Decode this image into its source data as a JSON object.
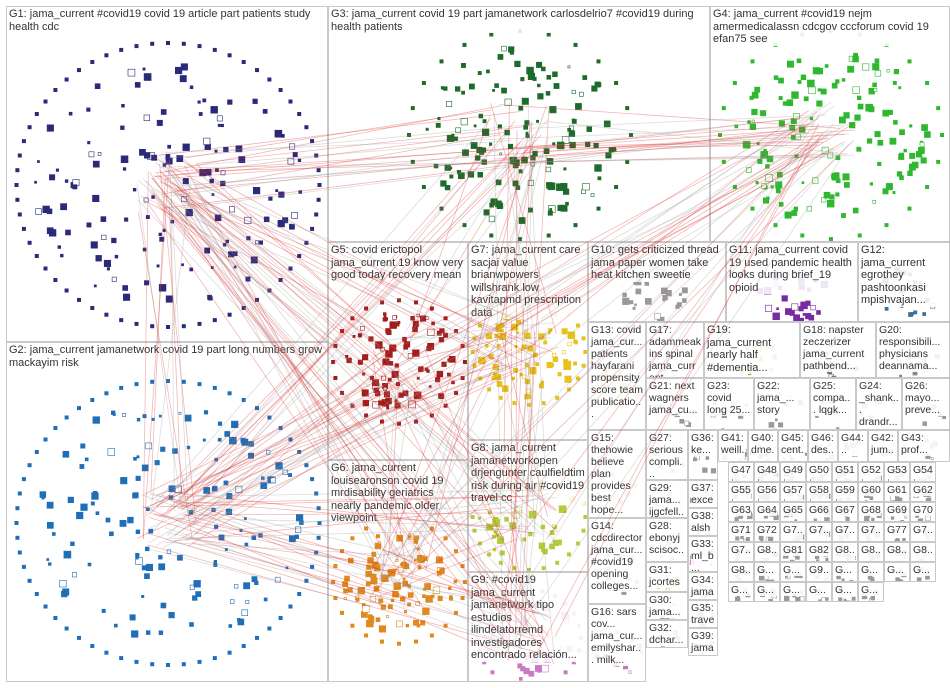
{
  "groups": [
    {
      "id": "G1",
      "text": "G1: jama_current #covid19 covid 19 article part patients study health cdc",
      "color": "#2a2a7a"
    },
    {
      "id": "G2",
      "text": "G2: jama_current jamanetwork covid 19 part long numbers grow mackayim risk",
      "color": "#1f6fb8"
    },
    {
      "id": "G3",
      "text": "G3: jama_current covid 19 part jamanetwork carlosdelrio7 #covid19 during health patients",
      "color": "#1d6b2a"
    },
    {
      "id": "G4",
      "text": "G4: jama_current #covid19 nejm amermedicalassn cdcgov cccforum covid 19 efan75 see",
      "color": "#2fb82f"
    },
    {
      "id": "G5",
      "text": "G5: covid erictopol jama_current 19 know very good today recovery mean",
      "color": "#a01c1c"
    },
    {
      "id": "G6",
      "text": "G6: jama_current louisearonson covid 19 mrdisability geriatrics nearly pandemic older viewpoint",
      "color": "#e08a1e"
    },
    {
      "id": "G7",
      "text": "G7: jama_current care sacjai value brianwpowers willshrank low kavitapmd prescription data",
      "color": "#e6c21a"
    },
    {
      "id": "G8",
      "text": "G8: jama_current jamanetworkopen drjengunter caulfieldtim risk during air #covid19 travel cc",
      "color": "#b5cc3a"
    },
    {
      "id": "G9",
      "text": "G9: #covid19 jama_current jamanetwork tipo estudios ilindelatorremd investigadores encontrado relación...",
      "color": "#c77bc4"
    },
    {
      "id": "G10",
      "text": "G10: gets criticized thread jama paper women take heat kitchen sweetie",
      "color": "#999999"
    },
    {
      "id": "G11",
      "text": "G11: jama_current covid 19 used pandemic health looks during brief_19 opioid",
      "color": "#7a2aa0"
    },
    {
      "id": "G12",
      "text": "G12: jama_current egrothey pashtoonkasi mpishvajan...",
      "color": "#3a6f9a"
    },
    {
      "id": "G13",
      "text": "G13: covid jama_cur... patients hayfarani propensity score team publicatio...",
      "color": "#d8c24a"
    },
    {
      "id": "G14",
      "text": "G14: cdcdirector jama_cur... #covid19 opening colleges...",
      "color": "#88aa88"
    },
    {
      "id": "G15",
      "text": "G15: thehowie believe plan provides best hope...",
      "color": "#aaaaaa"
    },
    {
      "id": "G16",
      "text": "G16: sars cov... jama_cur... emilyshar... milk...",
      "color": "#c07ab0"
    },
    {
      "id": "G17",
      "text": "G17: adammeakins spinal jama_current...",
      "color": "#999999"
    },
    {
      "id": "G18",
      "text": "G18: napster zeczerizer jama_current pathbend...",
      "color": "#777777"
    },
    {
      "id": "G19",
      "text": "G19: jama_current nearly half #dementia...",
      "color": "#c0a040"
    },
    {
      "id": "G20",
      "text": "G20: responsibili... physicians deannama...",
      "color": "#888888"
    },
    {
      "id": "G21",
      "text": "G21: next wagners jama_cu...",
      "color": "#999999"
    },
    {
      "id": "G22",
      "text": "G22: jama_... story",
      "color": "#999999"
    },
    {
      "id": "G23",
      "text": "G23: covid long 25...",
      "color": "#999999"
    },
    {
      "id": "G24",
      "text": "G24: _shank... drandr...",
      "color": "#999999"
    },
    {
      "id": "G25",
      "text": "G25: compa... lqgk...",
      "color": "#999999"
    },
    {
      "id": "G26",
      "text": "G26: mayo... preve...",
      "color": "#999999"
    },
    {
      "id": "G27",
      "text": "G27: serious compli...",
      "color": "#88aacc"
    },
    {
      "id": "G28",
      "text": "G28: ebonyj scisoc...",
      "color": "#88cc88"
    },
    {
      "id": "G29",
      "text": "G29: jama... ijgcfell...",
      "color": "#cccc66"
    },
    {
      "id": "G30",
      "text": "G30: jama...",
      "color": "#999999"
    },
    {
      "id": "G31",
      "text": "G31: jcortes",
      "color": "#cccc66"
    },
    {
      "id": "G32",
      "text": "G32: dchar...",
      "color": "#999999"
    },
    {
      "id": "G33",
      "text": "G33: ml_b...",
      "color": "#cc88cc"
    },
    {
      "id": "G34",
      "text": "G34: jama...",
      "color": "#999999"
    },
    {
      "id": "G35",
      "text": "G35: travel...",
      "color": "#999999"
    },
    {
      "id": "G36",
      "text": "G36: ke...",
      "color": "#999999"
    },
    {
      "id": "G37",
      "text": "G37: exce...",
      "color": "#999999"
    },
    {
      "id": "G38",
      "text": "G38: alsha...",
      "color": "#999999"
    },
    {
      "id": "G39",
      "text": "G39: jama...",
      "color": "#999999"
    },
    {
      "id": "G40",
      "text": "G40: dme...",
      "color": "#999999"
    },
    {
      "id": "G41",
      "text": "G41: weill...",
      "color": "#999999"
    },
    {
      "id": "G42",
      "text": "G42: jum...",
      "color": "#999999"
    },
    {
      "id": "G43",
      "text": "G43: prof...",
      "color": "#999999"
    },
    {
      "id": "G44",
      "text": "G44: ..",
      "color": "#999999"
    },
    {
      "id": "G45",
      "text": "G45: cent...",
      "color": "#999999"
    },
    {
      "id": "G46",
      "text": "G46: des...",
      "color": "#999999"
    },
    {
      "id": "G47",
      "text": "G47: jama...",
      "color": "#999999"
    },
    {
      "id": "G48",
      "text": "G48: de...",
      "color": "#999999"
    },
    {
      "id": "G49",
      "text": "G49: qu...",
      "color": "#999999"
    },
    {
      "id": "G50",
      "text": "G50: risk...",
      "color": "#999999"
    },
    {
      "id": "G51",
      "text": "G51: jam...",
      "color": "#999999"
    },
    {
      "id": "G52",
      "text": "G52: intr...",
      "color": "#999999"
    },
    {
      "id": "G53",
      "text": "G53: gob...",
      "color": "#999999"
    },
    {
      "id": "G54",
      "text": "G54: lia...",
      "color": "#999999"
    },
    {
      "id": "G55",
      "text": "G55: dia...",
      "color": "#999999"
    },
    {
      "id": "G56",
      "text": "G56: cas...",
      "color": "#999999"
    },
    {
      "id": "G57",
      "text": "G57: gas...",
      "color": "#999999"
    },
    {
      "id": "G58",
      "text": "G58: hor...",
      "color": "#999999"
    },
    {
      "id": "G59",
      "text": "G59: cas...",
      "color": "#999999"
    },
    {
      "id": "G60",
      "text": "G60",
      "color": "#999999"
    },
    {
      "id": "G61",
      "text": "G61",
      "color": "#999999"
    },
    {
      "id": "G62",
      "text": "G62",
      "color": "#999999"
    },
    {
      "id": "G63",
      "text": "G63",
      "color": "#999999"
    },
    {
      "id": "G64",
      "text": "G64",
      "color": "#999999"
    },
    {
      "id": "G65",
      "text": "G65",
      "color": "#999999"
    },
    {
      "id": "G66",
      "text": "G66",
      "color": "#999999"
    },
    {
      "id": "G67",
      "text": "G67",
      "color": "#999999"
    },
    {
      "id": "G68",
      "text": "G68",
      "color": "#999999"
    },
    {
      "id": "G69",
      "text": "G69",
      "color": "#999999"
    },
    {
      "id": "G70",
      "text": "G70",
      "color": "#999999"
    },
    {
      "id": "G71",
      "text": "G71",
      "color": "#999999"
    },
    {
      "id": "G72",
      "text": "G72",
      "color": "#999999"
    },
    {
      "id": "G73",
      "text": "G7...",
      "color": "#999999"
    },
    {
      "id": "G74",
      "text": "G7...",
      "color": "#999999"
    },
    {
      "id": "G75",
      "text": "G7...",
      "color": "#999999"
    },
    {
      "id": "G76",
      "text": "G7...",
      "color": "#999999"
    },
    {
      "id": "G77",
      "text": "G77",
      "color": "#999999"
    },
    {
      "id": "G78",
      "text": "G7...",
      "color": "#999999"
    },
    {
      "id": "G79",
      "text": "G7...",
      "color": "#999999"
    },
    {
      "id": "G80",
      "text": "G8...",
      "color": "#999999"
    },
    {
      "id": "G81",
      "text": "G81",
      "color": "#999999"
    },
    {
      "id": "G82",
      "text": "G82",
      "color": "#999999"
    },
    {
      "id": "G83",
      "text": "G8...",
      "color": "#999999"
    },
    {
      "id": "G84",
      "text": "G8...",
      "color": "#999999"
    },
    {
      "id": "G85",
      "text": "G8...",
      "color": "#999999"
    },
    {
      "id": "G86",
      "text": "G8...",
      "color": "#999999"
    },
    {
      "id": "G87",
      "text": "G8...",
      "color": "#999999"
    },
    {
      "id": "G88",
      "text": "G...",
      "color": "#999999"
    },
    {
      "id": "G89",
      "text": "G...",
      "color": "#999999"
    },
    {
      "id": "G90",
      "text": "G9...",
      "color": "#999999"
    },
    {
      "id": "G91",
      "text": "G...",
      "color": "#999999"
    },
    {
      "id": "G92",
      "text": "G...",
      "color": "#999999"
    },
    {
      "id": "G93",
      "text": "G...",
      "color": "#999999"
    },
    {
      "id": "G94",
      "text": "G...",
      "color": "#999999"
    },
    {
      "id": "G95",
      "text": "G...",
      "color": "#999999"
    },
    {
      "id": "G96",
      "text": "G...",
      "color": "#999999"
    },
    {
      "id": "G97",
      "text": "G...",
      "color": "#999999"
    },
    {
      "id": "G98",
      "text": "G...",
      "color": "#999999"
    },
    {
      "id": "G99",
      "text": "G...",
      "color": "#999999"
    },
    {
      "id": "G100",
      "text": "G...",
      "color": "#999999"
    }
  ],
  "edge_colors": {
    "inter_group": "#d93030",
    "intra_group": "#9a9a9a"
  },
  "background": "#ffffff"
}
